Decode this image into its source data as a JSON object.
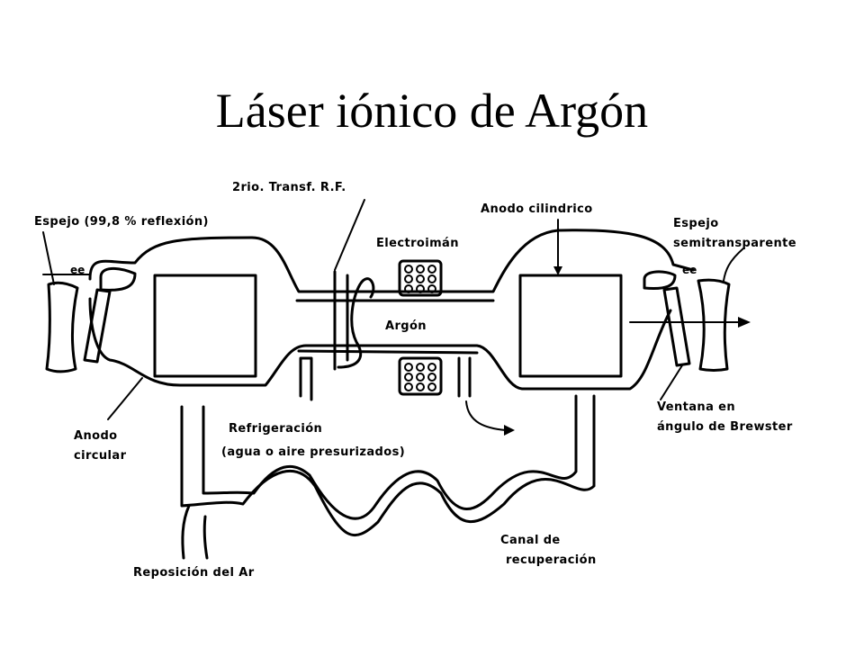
{
  "title": "Láser iónico de Argón",
  "labels": {
    "rf_transformer": "2rio. Transf. R.F.",
    "mirror_full": "Espejo (99,8 % reflexión)",
    "electromagnet": "Electroimán",
    "anode_cylindrical": "Anodo cilindrico",
    "mirror_semi_1": "Espejo",
    "mirror_semi_2": "semitransparente",
    "argon": "Argón",
    "window_1": "Ventana en",
    "window_2": "ángulo de Brewster",
    "anode_circular_1": "Anodo",
    "anode_circular_2": "circular",
    "cooling_1": "Refrigeración",
    "cooling_2": "(agua o aire presurizados)",
    "recovery_1": "Canal de",
    "recovery_2": "recuperación",
    "ar_replenish": "Reposición del Ar"
  }
}
